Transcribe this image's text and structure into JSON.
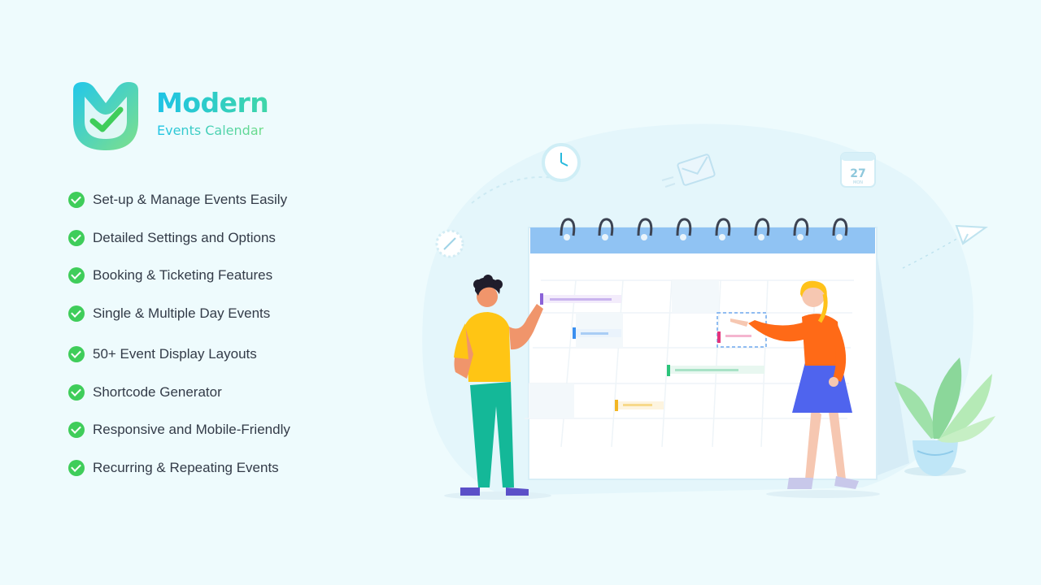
{
  "brand": {
    "title": "Modern",
    "subtitle": "Events Calendar"
  },
  "features": [
    {
      "label": "Set-up & Manage Events Easily",
      "icon": "check-circle-icon"
    },
    {
      "label": "Detailed Settings and Options",
      "icon": "check-circle-icon"
    },
    {
      "label": "Booking & Ticketing Features",
      "icon": "check-circle-icon"
    },
    {
      "label": "Single & Multiple Day Events",
      "icon": "check-circle-icon"
    },
    {
      "label": "50+ Event Display Layouts",
      "icon": "check-circle-icon"
    },
    {
      "label": "Shortcode Generator",
      "icon": "check-circle-icon"
    },
    {
      "label": "Responsive and Mobile-Friendly",
      "icon": "check-circle-icon"
    },
    {
      "label": "Recurring & Repeating Events",
      "icon": "check-circle-icon"
    }
  ],
  "illustration": {
    "calendar_badge_day": "27",
    "calendar_badge_month": "MON"
  },
  "colors": {
    "background": "#eefbfd",
    "brand_gradient_start": "#1ec3e6",
    "brand_gradient_end": "#6ddc86",
    "check": "#3fcd5a",
    "text": "#333b48"
  }
}
